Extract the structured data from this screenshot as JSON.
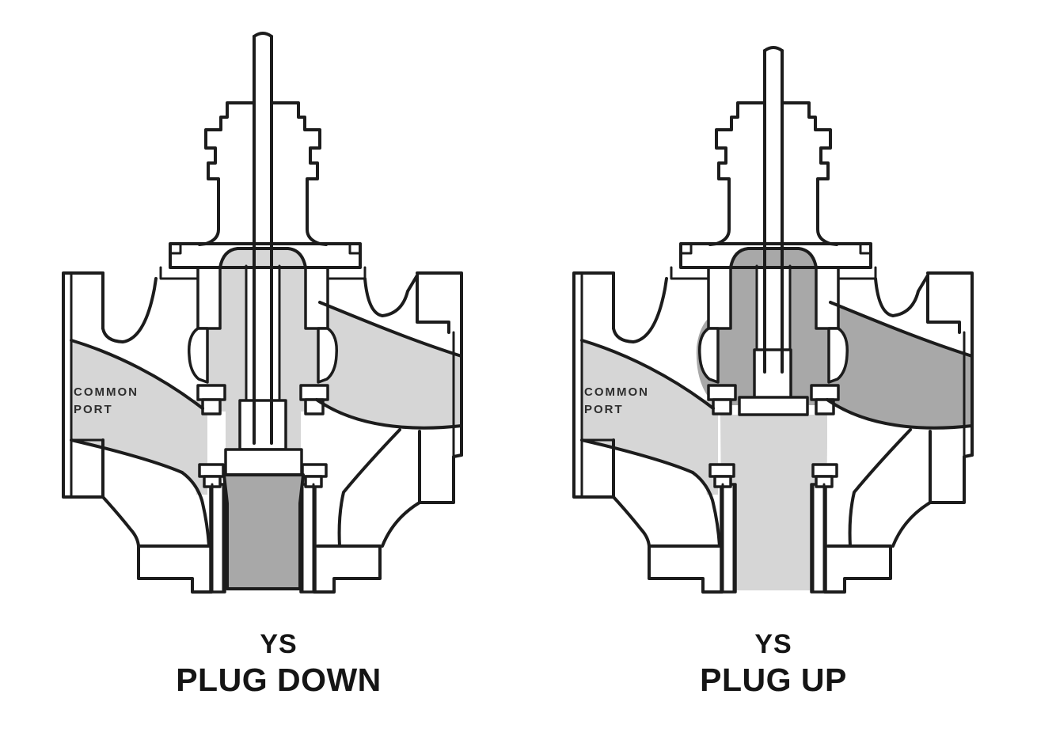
{
  "figures": [
    {
      "caption_top": "YS",
      "caption_bottom": "PLUG DOWN",
      "port_label_line1": "COMMON",
      "port_label_line2": "PORT",
      "plug_position": "down"
    },
    {
      "caption_top": "YS",
      "caption_bottom": "PLUG UP",
      "port_label_line1": "COMMON",
      "port_label_line2": "PORT",
      "plug_position": "up"
    }
  ],
  "colors": {
    "outline": "#1c1c1c",
    "metal": "#ffffff",
    "flow_light": "#d6d6d6",
    "flow_medium": "#a8a8a8",
    "label_text": "#151515"
  },
  "background": "#ffffff"
}
